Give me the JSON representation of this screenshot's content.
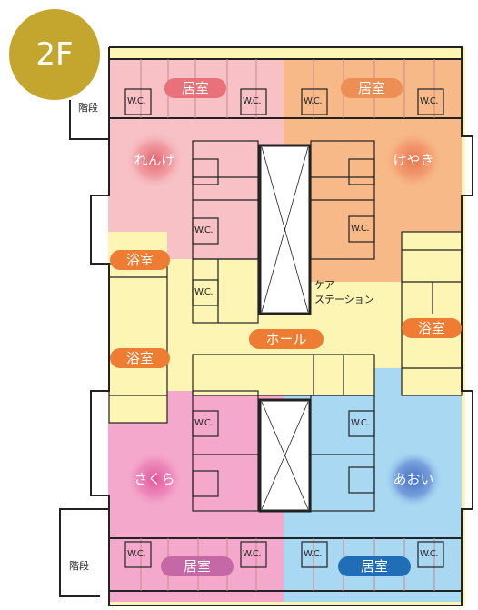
{
  "floor": "2F",
  "stairs_label": "階段",
  "wc_label": "W.C.",
  "room_label": "居室",
  "bath_label": "浴室",
  "hall_label": "ホール",
  "care_station": [
    "ケア",
    "ステーション"
  ],
  "units": {
    "renge": "れんげ",
    "keyaki": "けやき",
    "sakura": "さくら",
    "aoi": "あおい"
  },
  "colors": {
    "renge": "#f7c1c5",
    "keyaki": "#f7b987",
    "sakura": "#f4a9cc",
    "aoi": "#a8d8f2",
    "hall": "#fcf5b4",
    "renge_accent": "#e9727a",
    "keyaki_accent": "#ed8e55",
    "bath_accent": "#ef7c33",
    "sakura_accent": "#c469a6",
    "aoi_accent": "#1f6eb6",
    "badge": "#c4a52e"
  }
}
